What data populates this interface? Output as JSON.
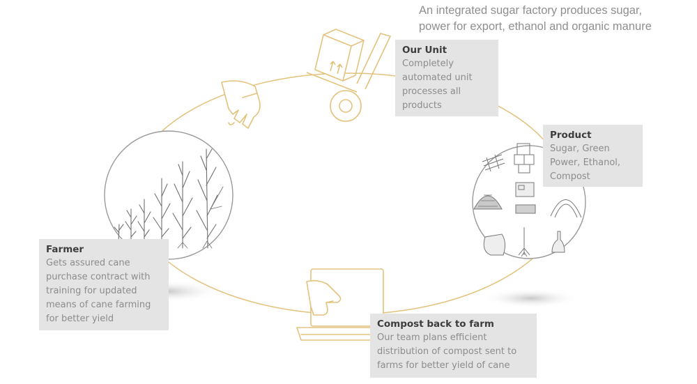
{
  "headline": {
    "line1": "An integrated sugar factory produces sugar,",
    "line2": "power for export, ethanol and organic manure"
  },
  "cards": {
    "unit": {
      "title": "Our Unit",
      "lines": [
        "Completely",
        "automated unit",
        "processes all",
        "products"
      ]
    },
    "product": {
      "title": "Product",
      "lines": [
        "Sugar, Green",
        "Power, Ethanol,",
        "Compost"
      ]
    },
    "farmer": {
      "title": "Farmer",
      "lines": [
        "Gets assured cane",
        "purchase contract with",
        "training for updated",
        "means of cane farming",
        "for better yield"
      ]
    },
    "compost": {
      "title": "Compost back to farm",
      "lines": [
        "Our team plans efficient",
        "distribution of compost sent to",
        "farms for better yield of cane"
      ]
    }
  },
  "colors": {
    "gold": "#e3c27d",
    "line_gray": "#9a9a9a",
    "card_bg": "#e3e4e3"
  },
  "icons": [
    "handshake-icon",
    "hand-truck-icon",
    "sugarcane-plants-icon",
    "sugar-products-icon",
    "laptop-hand-icon"
  ]
}
